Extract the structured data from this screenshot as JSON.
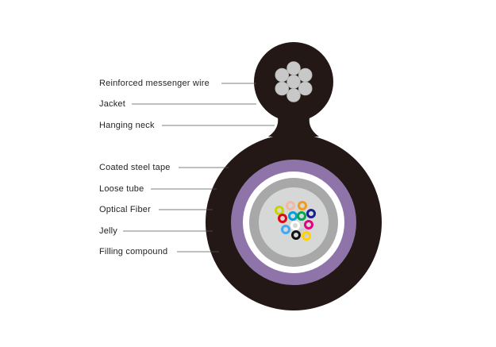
{
  "labels": {
    "messenger_wire": "Reinforced messenger wire",
    "jacket": "Jacket",
    "hanging_neck": "Hanging neck",
    "steel_tape": "Coated steel tape",
    "loose_tube": "Loose tube",
    "optical_fiber": "Optical Fiber",
    "jelly": "Jelly",
    "filling_compound": "Filling compound"
  },
  "colors": {
    "jacket": "#231815",
    "steel_tape": "#8e74a8",
    "filling_compound": "#ffffff",
    "loose_tube": "#a8a8a8",
    "jelly": "#d5d8d7",
    "messenger_strand": "#c8c8c8",
    "leader_line": "#555555",
    "text": "#231f20"
  },
  "fibers": [
    {
      "color": "#f7b6a0"
    },
    {
      "color": "#f29a1f"
    },
    {
      "color": "#c7d400"
    },
    {
      "color": "#e30613"
    },
    {
      "color": "#00a0e3"
    },
    {
      "color": "#00a651"
    },
    {
      "color": "#1d1d8f"
    },
    {
      "color": "#3fa9f5"
    },
    {
      "color": "#ffffff"
    },
    {
      "color": "#cccccc"
    },
    {
      "color": "#e4007f"
    },
    {
      "color": "#111111"
    },
    {
      "color": "#ffd200"
    }
  ]
}
